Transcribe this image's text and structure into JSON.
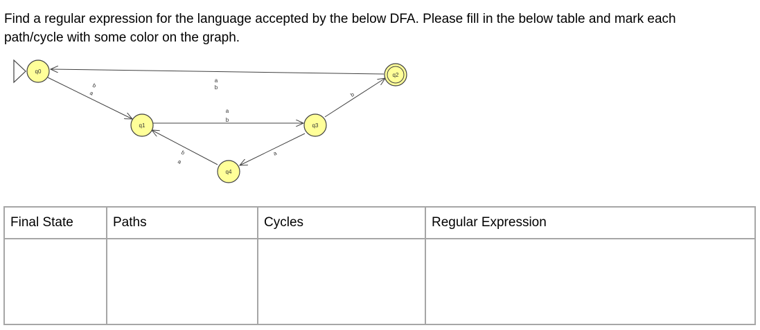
{
  "question": {
    "line1": "Find a regular expression for the language accepted by the below DFA. Please fill in the below table and mark each",
    "line2": "path/cycle with some color on the graph."
  },
  "dfa": {
    "colors": {
      "state_fill": "#ffff99",
      "stroke": "#404040",
      "label": "#333333"
    },
    "states": [
      {
        "id": "q0",
        "label": "q0",
        "initial": true,
        "final": false
      },
      {
        "id": "q1",
        "label": "q1",
        "initial": false,
        "final": false
      },
      {
        "id": "q2",
        "label": "q2",
        "initial": false,
        "final": true
      },
      {
        "id": "q3",
        "label": "q3",
        "initial": false,
        "final": false
      },
      {
        "id": "q4",
        "label": "q4",
        "initial": false,
        "final": false
      }
    ],
    "transitions": [
      {
        "from": "q0",
        "to": "q1",
        "labels": [
          "b",
          "a"
        ]
      },
      {
        "from": "q2",
        "to": "q0",
        "labels": [
          "a",
          "b"
        ]
      },
      {
        "from": "q1",
        "to": "q3",
        "labels": [
          "a",
          "b"
        ]
      },
      {
        "from": "q3",
        "to": "q2",
        "labels": [
          "b"
        ]
      },
      {
        "from": "q4",
        "to": "q1",
        "labels": [
          "b",
          "a"
        ]
      },
      {
        "from": "q3",
        "to": "q4",
        "labels": [
          "a"
        ]
      }
    ]
  },
  "table": {
    "headers": [
      "Final State",
      "Paths",
      "Cycles",
      "Regular Expression"
    ],
    "colors": {
      "border": "#a6a6a6"
    }
  }
}
